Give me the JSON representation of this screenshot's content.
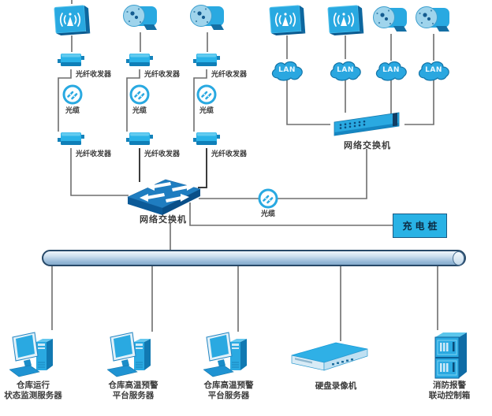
{
  "colors": {
    "device_cyan": "#29A9E1",
    "device_dark_blue": "#0C5A9A",
    "switch_top_blue": "#1F7DC0",
    "wire_gray": "#6E6E6E",
    "bus_border_navy": "#274968",
    "label_text": "#3B3B3B"
  },
  "labels": {
    "fiber_transceiver": "光纤收发器",
    "fiber_cable": "光缆",
    "lan": "LAN",
    "network_switch": "网络交换机",
    "charging_pile": "充电桩"
  },
  "left_group": {
    "top_devices": [
      "wireless-ap-icon",
      "camera-icon",
      "camera-icon"
    ],
    "column_chain": [
      "fiber-transceiver-icon",
      "fiber-cable-icon",
      "fiber-transceiver-icon"
    ],
    "switch_label": "网络交换机"
  },
  "right_group": {
    "top_devices": [
      "wireless-ap-icon",
      "wireless-ap-icon",
      "camera-icon",
      "camera-icon"
    ],
    "lan_label": "LAN",
    "switch_label": "网络交换机"
  },
  "bottom_devices": [
    {
      "icon": "server-icon",
      "label_line1": "仓库运行",
      "label_line2": "状态监测服务器"
    },
    {
      "icon": "server-icon",
      "label_line1": "仓库高温预警",
      "label_line2": "平台服务器"
    },
    {
      "icon": "server-icon",
      "label_line1": "仓库高温预警",
      "label_line2": "平台服务器"
    },
    {
      "icon": "dvr-icon",
      "label_line1": "硬盘录像机",
      "label_line2": ""
    },
    {
      "icon": "fire-alarm-cabinet-icon",
      "label_line1": "消防报警",
      "label_line2": "联动控制箱"
    }
  ]
}
